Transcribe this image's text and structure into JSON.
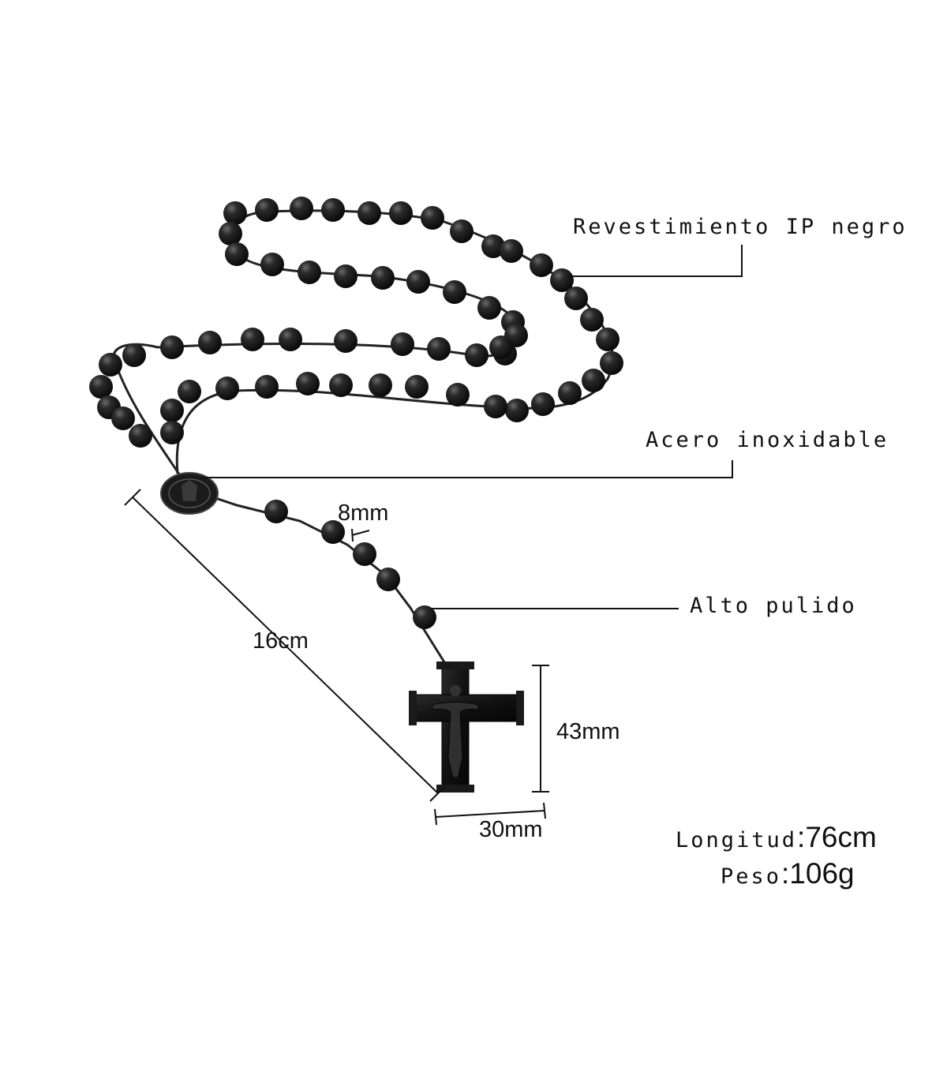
{
  "labels": {
    "coating": "Revestimiento IP negro",
    "material": "Acero inoxidable",
    "finish": "Alto pulido"
  },
  "measurements": {
    "bead_size": "8mm",
    "drop_length": "16cm",
    "cross_height": "43mm",
    "cross_width": "30mm"
  },
  "specs": {
    "length_label": "Longitud",
    "length_value": ":76cm",
    "weight_label": "Peso",
    "weight_value": ":106g"
  },
  "colors": {
    "bead": "#1a1a1a",
    "line": "#111111",
    "background": "#ffffff"
  }
}
